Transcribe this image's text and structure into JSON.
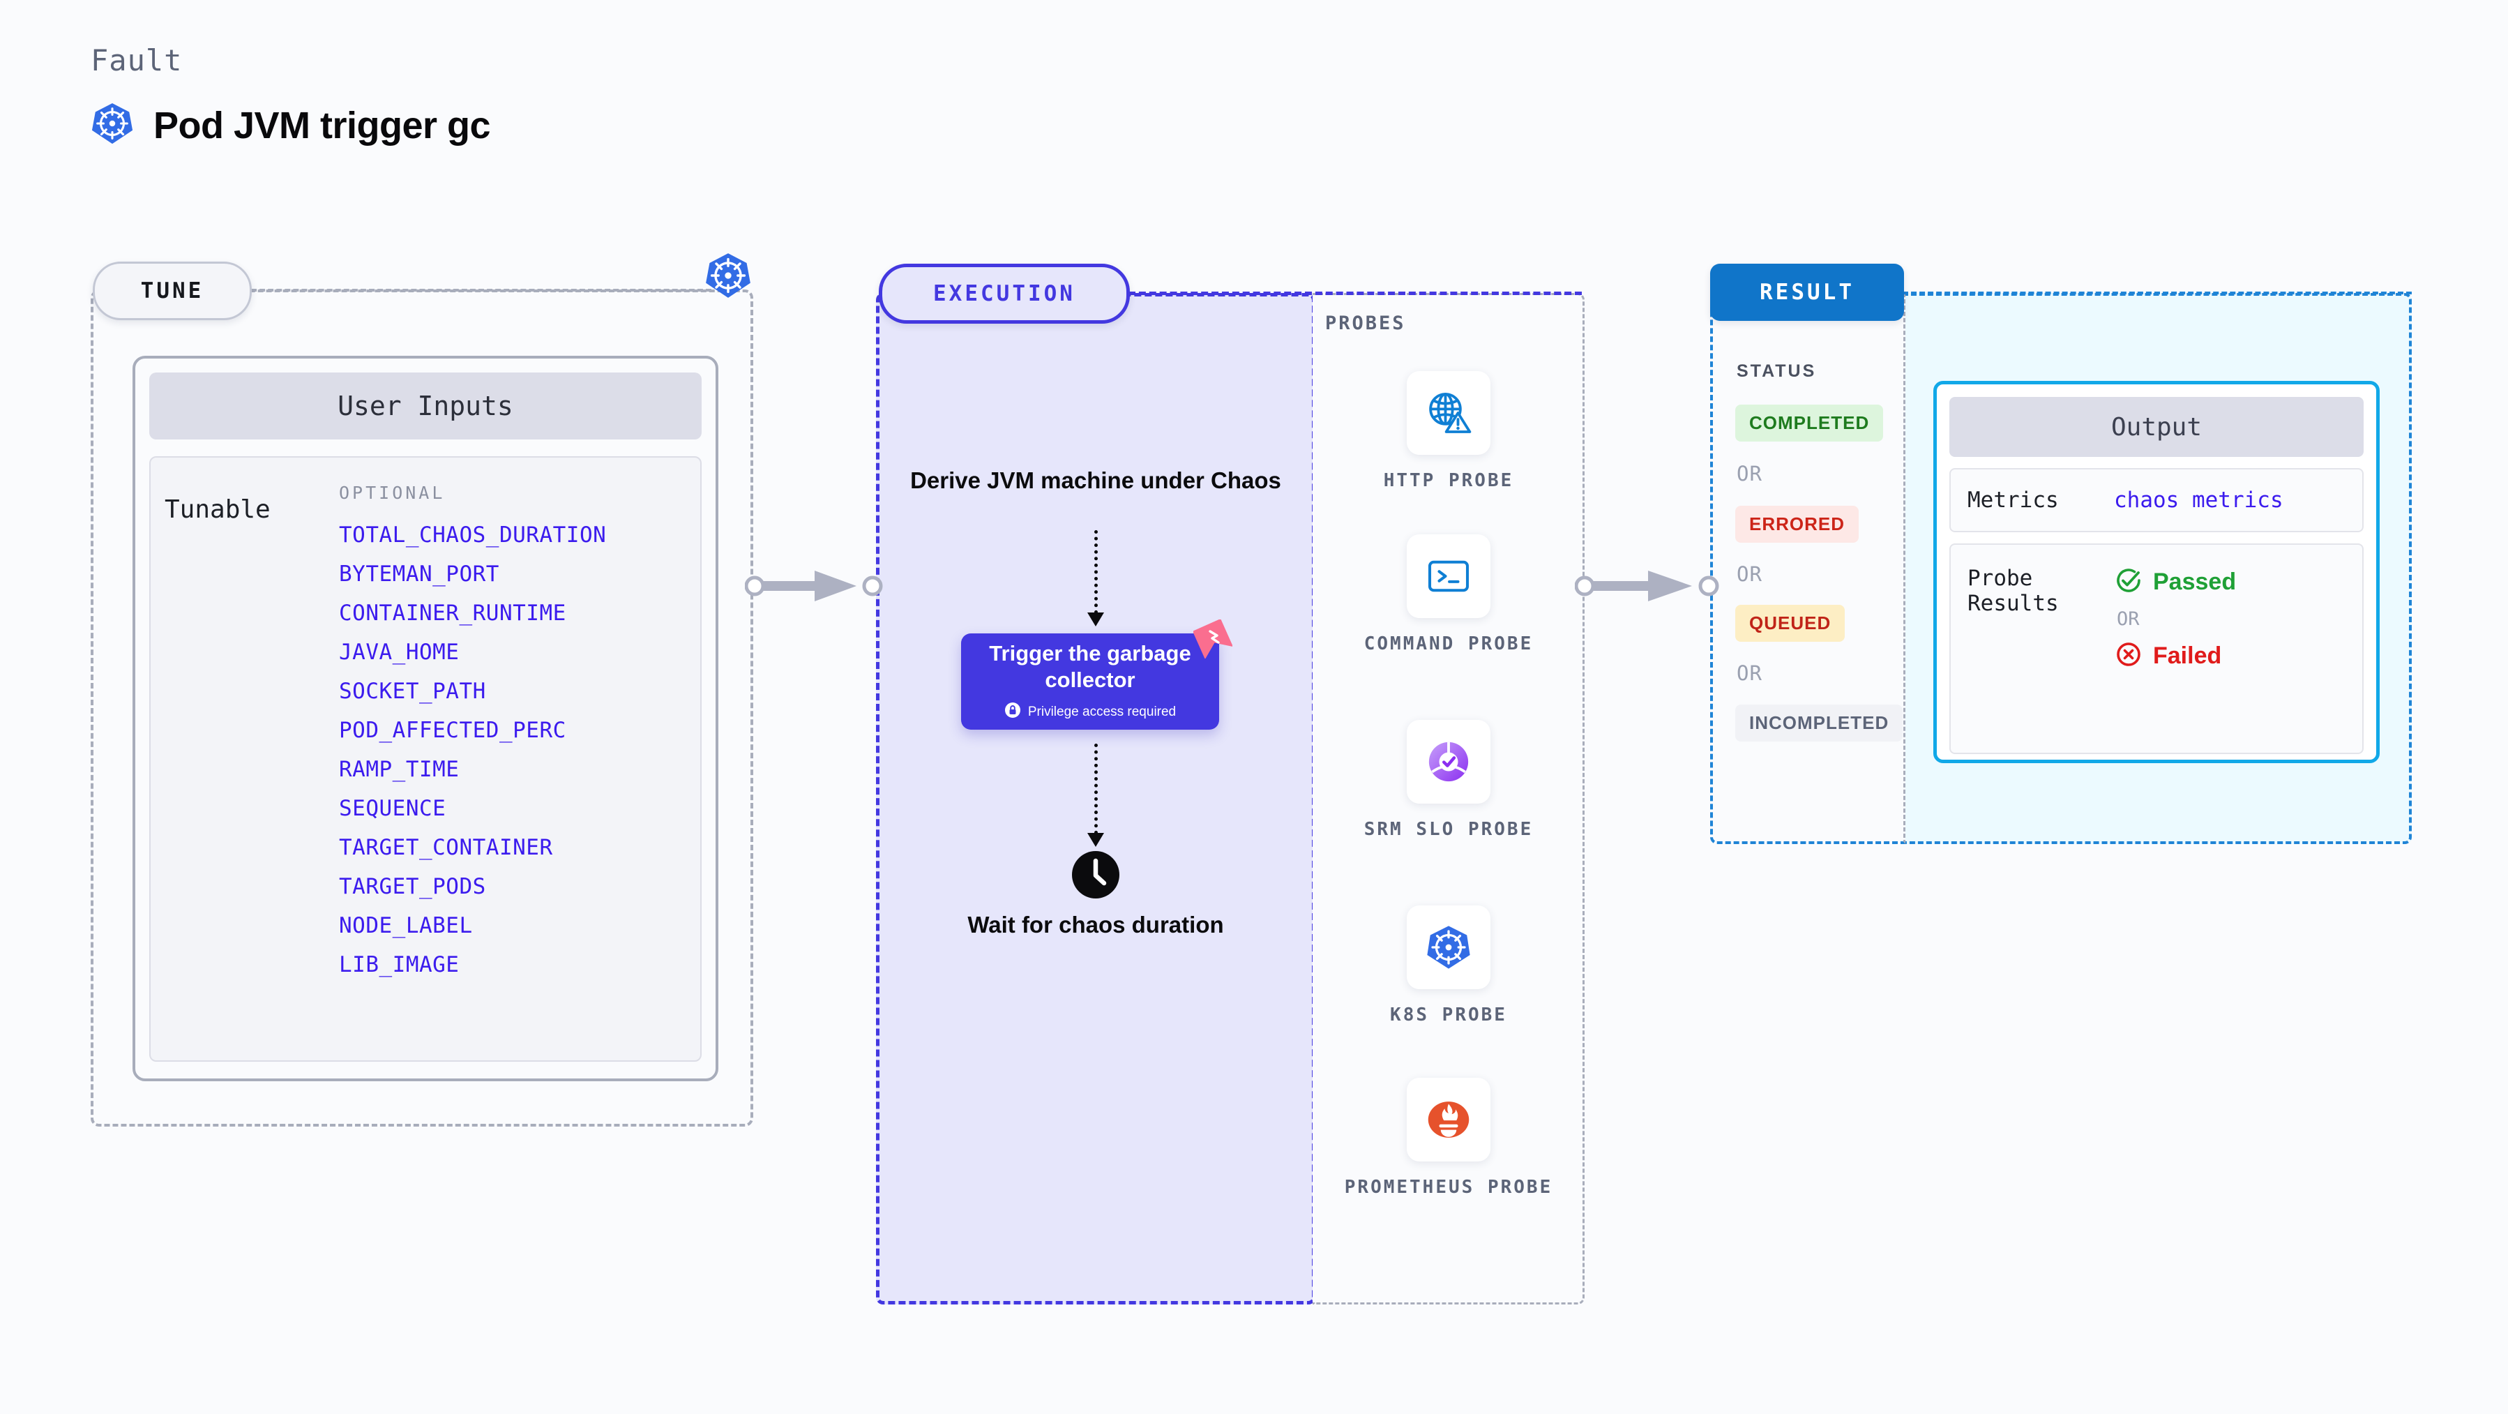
{
  "header": {
    "eyebrow": "Fault",
    "title": "Pod JVM trigger gc",
    "icon": "kubernetes-icon"
  },
  "tune": {
    "badge": "TUNE",
    "node_icon": "kubernetes-icon",
    "user_inputs_title": "User Inputs",
    "tunable_label": "Tunable",
    "optional_label": "OPTIONAL",
    "tunables": [
      "TOTAL_CHAOS_DURATION",
      "BYTEMAN_PORT",
      "CONTAINER_RUNTIME",
      "JAVA_HOME",
      "SOCKET_PATH",
      "POD_AFFECTED_PERC",
      "RAMP_TIME",
      "SEQUENCE",
      "TARGET_CONTAINER",
      "TARGET_PODS",
      "NODE_LABEL",
      "LIB_IMAGE"
    ]
  },
  "execution": {
    "badge": "EXECUTION",
    "derive_step": "Derive JVM machine under Chaos",
    "action_card": {
      "title": "Trigger the garbage collector",
      "privilege_note": "Privilege access required",
      "privilege_icon": "lock-icon",
      "ribbon_icon": "harness-ribbon-icon"
    },
    "wait_step": "Wait for chaos duration",
    "wait_icon": "clock-icon"
  },
  "probes": {
    "label": "PROBES",
    "items": [
      {
        "name": "HTTP PROBE",
        "icon": "globe-warning-icon"
      },
      {
        "name": "COMMAND PROBE",
        "icon": "terminal-icon"
      },
      {
        "name": "SRM SLO PROBE",
        "icon": "slo-donut-check-icon"
      },
      {
        "name": "K8S PROBE",
        "icon": "kubernetes-icon"
      },
      {
        "name": "PROMETHEUS PROBE",
        "icon": "prometheus-icon"
      }
    ]
  },
  "result": {
    "badge": "RESULT",
    "status_label": "STATUS",
    "or_label": "OR",
    "statuses": [
      {
        "label": "COMPLETED",
        "bg": "#ddf5dd",
        "color": "#1e7b1e"
      },
      {
        "label": "ERRORED",
        "bg": "#fde8e6",
        "color": "#cc2418"
      },
      {
        "label": "QUEUED",
        "bg": "#fdeec4",
        "color": "#c02418"
      },
      {
        "label": "INCOMPLETED",
        "bg": "#f1f2f6",
        "color": "#5c6478"
      }
    ],
    "output": {
      "title": "Output",
      "metrics_key": "Metrics",
      "metrics_value": "chaos metrics",
      "probe_results_key": "Probe Results",
      "passed_label": "Passed",
      "passed_icon": "check-circle-icon",
      "failed_label": "Failed",
      "failed_icon": "x-circle-icon",
      "or_label": "OR"
    }
  },
  "colors": {
    "accent_purple": "#4338e0",
    "link_blue": "#3b1bee",
    "result_blue": "#1075c9",
    "output_border": "#11a8e8",
    "k8s_blue": "#326ce5",
    "ribbon_pink": "#fa6e8f",
    "pass_green": "#1fa036",
    "fail_red": "#e01b1b"
  }
}
